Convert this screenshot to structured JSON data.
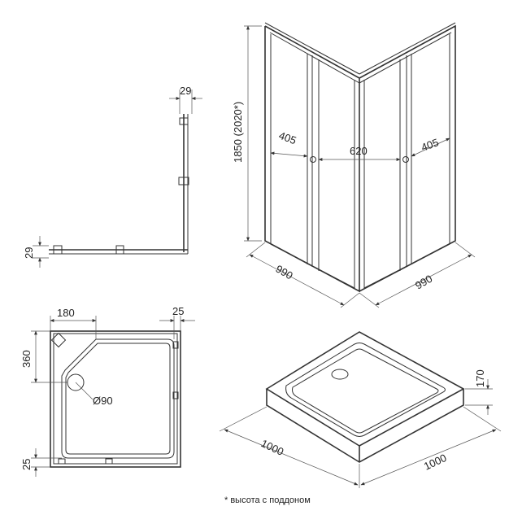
{
  "side_view": {
    "width_label": "29",
    "depth_label": "29"
  },
  "front_view": {
    "height_label": "1850 (2020*)",
    "left_door_label": "405",
    "center_opening_label": "620",
    "right_door_label": "405",
    "left_base_label": "990",
    "right_base_label": "990"
  },
  "tray_plan": {
    "top_label": "180",
    "right_label": "25",
    "left_label": "360",
    "bottom_left_label": "25",
    "drain_label": "Ø90"
  },
  "tray_iso": {
    "height_label": "170",
    "left_base_label": "1000",
    "right_base_label": "1000"
  },
  "footnote": "* высота с поддоном"
}
